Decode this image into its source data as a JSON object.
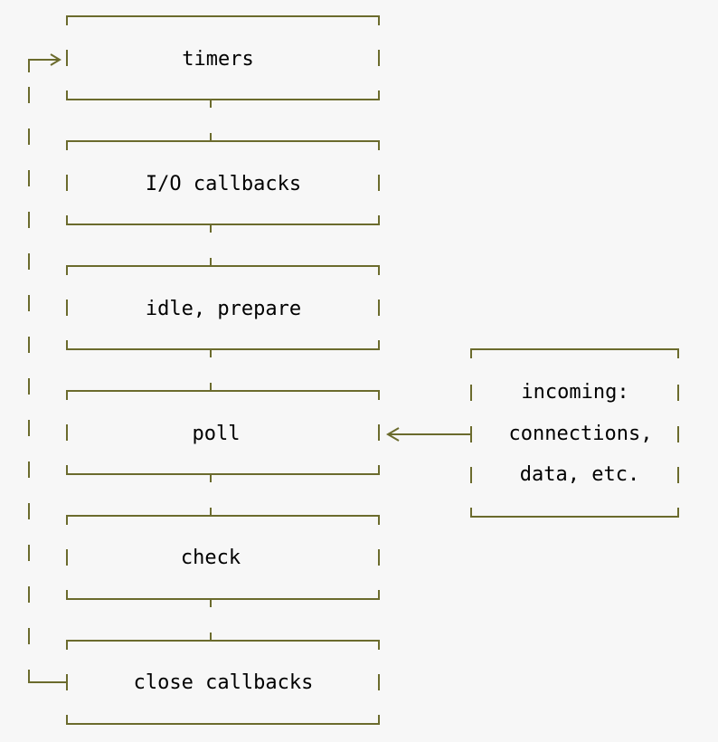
{
  "diagram": {
    "phases": [
      {
        "label": "timers"
      },
      {
        "label": "I/O callbacks"
      },
      {
        "label": "idle, prepare"
      },
      {
        "label": "poll"
      },
      {
        "label": "check"
      },
      {
        "label": "close callbacks"
      }
    ],
    "incoming": {
      "lines": [
        "incoming:",
        "connections,",
        "data, etc."
      ]
    }
  },
  "colors": {
    "line": "#6b6b2d",
    "background": "#f7f7f7",
    "text": "#000000"
  }
}
